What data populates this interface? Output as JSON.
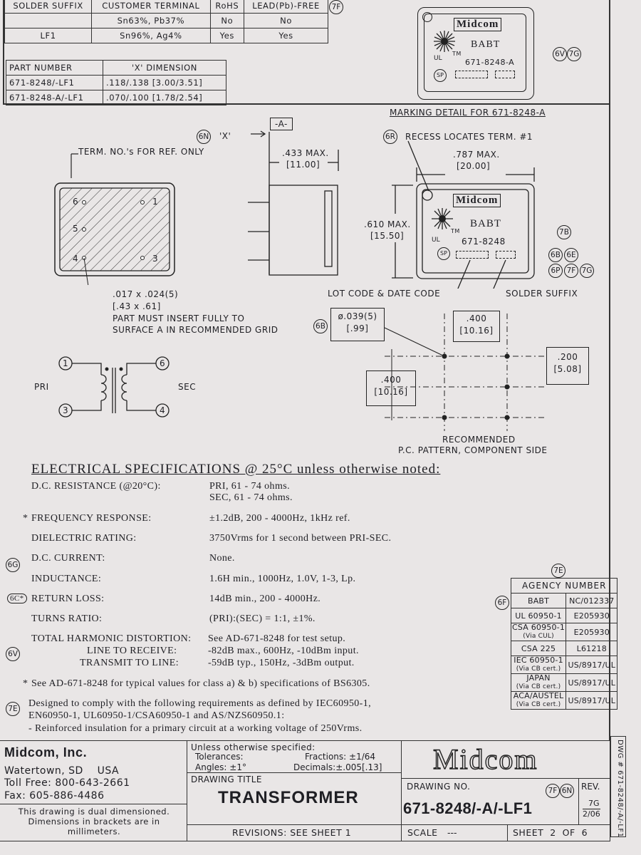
{
  "solder_table": {
    "headers": [
      "SOLDER SUFFIX",
      "CUSTOMER TERMINAL",
      "RoHS",
      "LEAD(Pb)-FREE"
    ],
    "rows": [
      [
        "",
        "Sn63%, Pb37%",
        "No",
        "No"
      ],
      [
        "LF1",
        "Sn96%, Ag4%",
        "Yes",
        "Yes"
      ]
    ],
    "rev": "7F"
  },
  "part_table": {
    "headers": [
      "PART NUMBER",
      "'X' DIMENSION"
    ],
    "rows": [
      [
        "671-8248/-LF1",
        ".118/.138 [3.00/3.51]"
      ],
      [
        "671-8248-A/-LF1",
        ".070/.100 [1.78/2.54]"
      ]
    ]
  },
  "marking": {
    "brand": "Midcom",
    "babt": "BABT",
    "pn_a": "671-8248-A",
    "pn": "671-8248",
    "tm": "TM",
    "detail_label": "MARKING DETAIL FOR 671-8248-A",
    "revs": [
      "6V",
      "7G"
    ]
  },
  "drawing": {
    "term_note": "TERM. NO.'s FOR REF. ONLY",
    "pins": [
      "6",
      "1",
      "5",
      "4",
      "3"
    ],
    "dim_433": ".433 MAX.",
    "dim_433_mm": "[11.00]",
    "datum_a": "-A-",
    "x_label": "'X'",
    "rev_6n": "6N",
    "rev_6r": "6R",
    "recess_note": "RECESS LOCATES TERM. #1",
    "dim_787": ".787 MAX.",
    "dim_787_mm": "[20.00]",
    "dim_610": ".610 MAX.",
    "dim_610_mm": "[15.50]",
    "pin_size": ".017 x .024(5)",
    "pin_size_mm": "[.43 x .61]",
    "insert_note1": "PART MUST INSERT FULLY TO",
    "insert_note2": "SURFACE A IN RECOMMENDED GRID",
    "lot_code": "LOT CODE & DATE CODE",
    "solder_suffix": "SOLDER SUFFIX",
    "revs_right": [
      "7B",
      "6B",
      "6E",
      "6P",
      "7F",
      "7G"
    ],
    "hole": "ø.039(5)",
    "hole_mm": "[.99]",
    "rev_6b": "6B",
    "pitch_top": ".400",
    "pitch_top_mm": "[10.16]",
    "pitch_right": ".200",
    "pitch_right_mm": "[5.08]",
    "pitch_left": ".400",
    "pitch_left_mm": "[10.16]",
    "pattern1": "RECOMMENDED",
    "pattern2": "P.C. PATTERN, COMPONENT SIDE",
    "schematic": {
      "pri": "PRI",
      "sec": "SEC",
      "p1": "1",
      "p3": "3",
      "p6": "6",
      "p4": "4"
    }
  },
  "electrical": {
    "title": "ELECTRICAL SPECIFICATIONS @ 25°C unless otherwise noted:",
    "rows": [
      {
        "mark": "",
        "label": "D.C. RESISTANCE (@20°C):",
        "value": "PRI, 61 - 74 ohms.",
        "value2": "SEC, 61 - 74 ohms."
      },
      {
        "mark": "*",
        "label": "FREQUENCY RESPONSE:",
        "value": "±1.2dB, 200 - 4000Hz, 1kHz ref."
      },
      {
        "mark": "",
        "label": "DIELECTRIC RATING:",
        "value": "3750Vrms for 1 second between PRI-SEC."
      },
      {
        "mark": "6G",
        "label": "D.C. CURRENT:",
        "value": "None."
      },
      {
        "mark": "",
        "label": "INDUCTANCE:",
        "value": "1.6H min., 1000Hz, 1.0V, 1-3, Lp."
      },
      {
        "mark": "6C*",
        "label": "RETURN LOSS:",
        "value": "14dB min., 200 - 4000Hz."
      },
      {
        "mark": "",
        "label": "TURNS RATIO:",
        "value": "(PRI):(SEC) = 1:1, ±1%."
      }
    ],
    "thd": {
      "label": "TOTAL HARMONIC DISTORTION:",
      "value": "See AD-671-8248 for test setup.",
      "l2": "LINE TO RECEIVE:",
      "v2": "-82dB max., 600Hz, -10dBm input.",
      "l3": "TRANSMIT TO LINE:",
      "v3": "-59dB typ., 150Hz, -3dBm output.",
      "mark": "6V"
    },
    "footnote": "See AD-671-8248 for typical values for class a) & b) specifications of BS6305.",
    "comply_mark": "7E",
    "comply1": "Designed to comply with the following requirements as defined by IEC60950-1,",
    "comply2": "EN60950-1, UL60950-1/CSA60950-1 and AS/NZS60950.1:",
    "comply3": "- Reinforced insulation for a primary circuit at a working voltage of 250Vrms."
  },
  "agency": {
    "rev": "7E",
    "rev_side": "6F",
    "headers": [
      "AGENCY",
      "NUMBER"
    ],
    "rows": [
      {
        "a": "BABT",
        "a2": "",
        "n": "NC/012337"
      },
      {
        "a": "UL 60950-1",
        "a2": "",
        "n": "E205930"
      },
      {
        "a": "CSA 60950-1",
        "a2": "(Via CUL)",
        "n": "E205930"
      },
      {
        "a": "CSA 225",
        "a2": "",
        "n": "L61218"
      },
      {
        "a": "IEC 60950-1",
        "a2": "(Via CB cert.)",
        "n": "US/8917/UL"
      },
      {
        "a": "JAPAN",
        "a2": "(Via CB cert.)",
        "n": "US/8917/UL"
      },
      {
        "a": "ACA/AUSTEL",
        "a2": "(Via CB cert.)",
        "n": "US/8917/UL"
      }
    ]
  },
  "title_block": {
    "company": "Midcom, Inc.",
    "city": "Watertown, SD    USA",
    "tollfree": "Toll Free: 800-643-2661",
    "fax": "Fax: 605-886-4486",
    "dual1": "This drawing is dual dimensioned.",
    "dual2": "Dimensions in brackets are in",
    "dual3": "millimeters.",
    "tol_title": "Unless otherwise specified:",
    "tol_label": "Tolerances:",
    "fractions": "Fractions: ±1/64",
    "angles": "Angles: ±1°",
    "decimals": "Decimals:±.005[.13]",
    "drawing_title_label": "DRAWING TITLE",
    "drawing_title": "TRANSFORMER",
    "revisions": "REVISIONS: SEE SHEET 1",
    "logo": "Midcom",
    "drawing_no_label": "DRAWING NO.",
    "revs": [
      "7F",
      "6N"
    ],
    "rev_label": "REV.",
    "drawing_no": "671-8248/-A/-LF1",
    "rev": "7G",
    "rev_date": "2/06",
    "scale_label": "SCALE",
    "scale": "---",
    "sheet": "SHEET  2  OF  6",
    "side": "DWG # 671-8248/-A/-LF1"
  }
}
